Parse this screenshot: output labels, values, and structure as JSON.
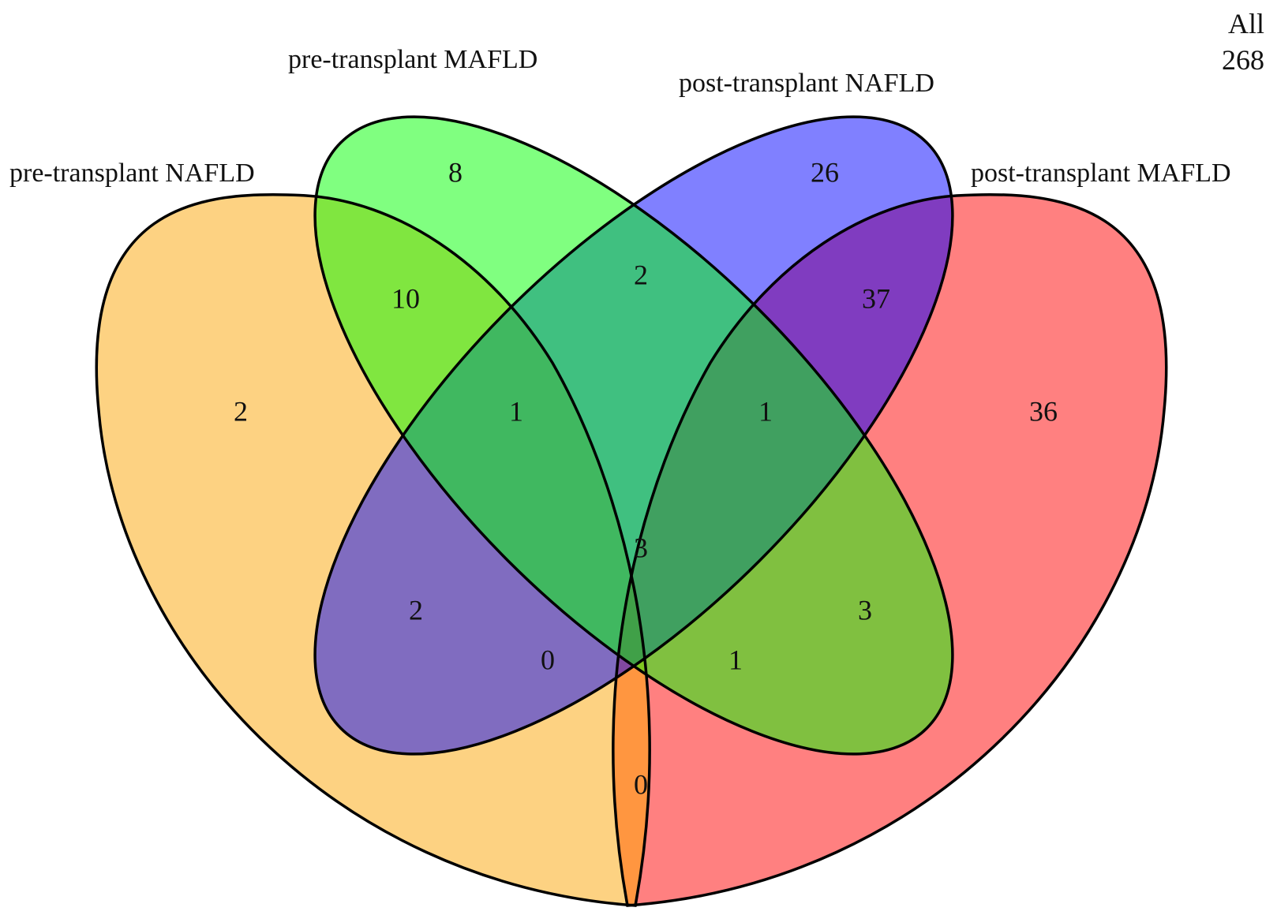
{
  "total": {
    "label": "All",
    "value": "268"
  },
  "sets": {
    "pre_nafld": {
      "label": "pre-transplant NAFLD",
      "color": "#FDD282"
    },
    "pre_mafld": {
      "label": "pre-transplant MAFLD",
      "color": "#80FF80"
    },
    "post_nafld": {
      "label": "post-transplant NAFLD",
      "color": "#8080FF"
    },
    "post_mafld": {
      "label": "post-transplant MAFLD",
      "color": "#FF8080"
    }
  },
  "regions": {
    "pre_nafld_only": "2",
    "pre_mafld_only": "8",
    "post_nafld_only": "26",
    "post_mafld_only": "36",
    "pre_nafld__pre_mafld": "10",
    "pre_mafld__post_nafld": "2",
    "post_nafld__post_mafld": "37",
    "pre_nafld__pre_mafld__post_nafld": "1",
    "pre_mafld__post_nafld__post_mafld": "1",
    "all_four": "3",
    "pre_nafld__post_nafld": "2",
    "pre_mafld__post_mafld": "3",
    "pre_nafld__post_nafld__post_mafld": "0",
    "pre_nafld__pre_mafld__post_mafld": "1",
    "pre_nafld__post_mafld": "0"
  },
  "region_colors": {
    "pre_nafld__pre_mafld": "#80E640",
    "pre_mafld__post_nafld": "#40C080",
    "post_nafld__post_mafld": "#803CC0",
    "pre_nafld__pre_mafld__post_nafld": "#40B860",
    "pre_mafld__post_nafld__post_mafld": "#40A060",
    "all_four": "#40A048",
    "pre_nafld__post_nafld": "#806CC0",
    "pre_mafld__post_mafld": "#80C040",
    "pre_nafld__post_nafld__post_mafld": "#8048A0",
    "pre_nafld__pre_mafld__post_mafld": "#80C820",
    "pre_nafld__post_mafld": "#FF9640"
  }
}
